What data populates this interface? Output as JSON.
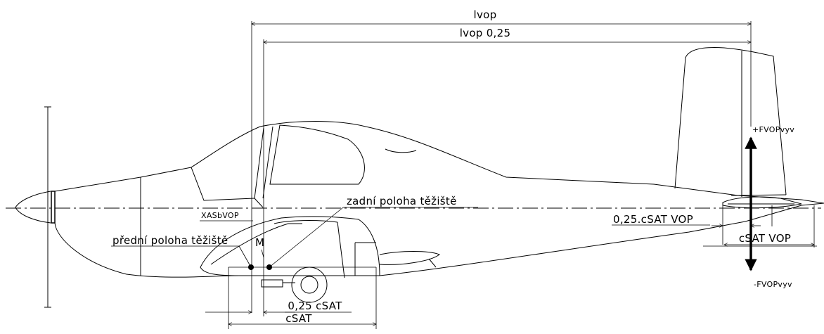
{
  "labels": {
    "lvop": "lvop",
    "lvop025": "lvop 0,25",
    "fplus": "+FVOPvyv",
    "fminus": "-FVOPvyv",
    "zadni": "zadní poloha těžiště",
    "predni": "přední poloha těžiště",
    "xas": "XASbVOP",
    "m": "M",
    "cvop025": "0,25.cSAT VOP",
    "cvop": "cSAT VOP",
    "csat025": "0,25 cSAT",
    "csat": "cSAT"
  }
}
